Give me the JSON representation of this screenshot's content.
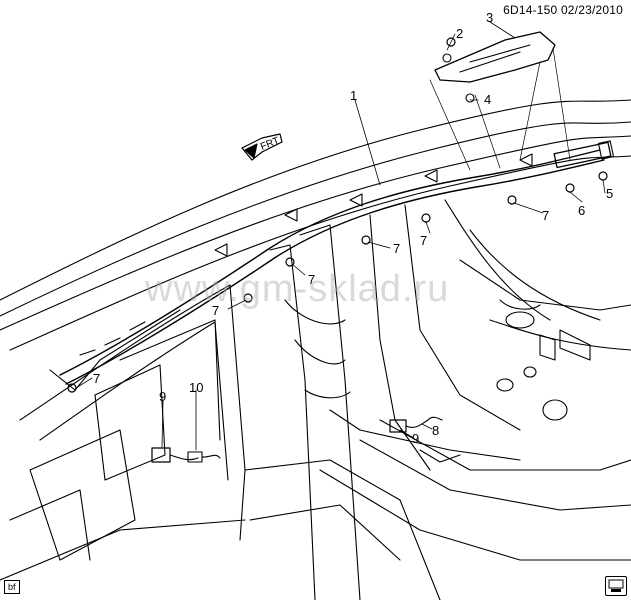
{
  "header": {
    "diagram_ref": "6D14-150",
    "date": "02/23/2010"
  },
  "direction_marker": {
    "label": "FRT"
  },
  "watermark": {
    "text": "www.gm-sklad.ru"
  },
  "callouts": {
    "c1": "1",
    "c2": "2",
    "c3": "3",
    "c4": "4",
    "c5": "5",
    "c6": "6",
    "c7": "7",
    "c8": "8",
    "c9": "9",
    "c10": "10"
  },
  "footer": {
    "corner_code": "bf",
    "badge_text": ""
  }
}
